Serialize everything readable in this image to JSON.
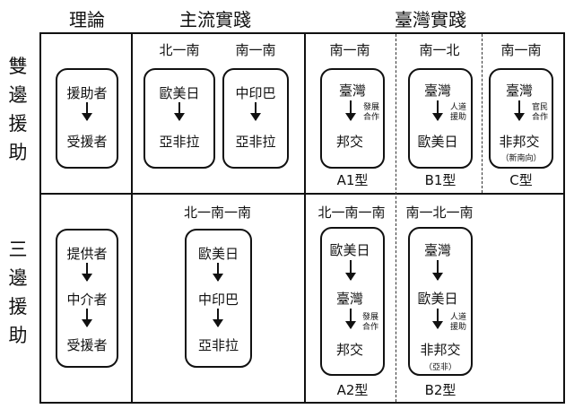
{
  "headers": {
    "theory": "理論",
    "mainstream": "主流實踐",
    "taiwan": "臺灣實踐"
  },
  "rows": {
    "bilateral": [
      "雙",
      "邊",
      "援",
      "助"
    ],
    "trilateral": [
      "三",
      "邊",
      "援",
      "助"
    ]
  },
  "theory": {
    "bilateral": [
      "援助者",
      "受援者"
    ],
    "trilateral": [
      "提供者",
      "中介者",
      "受援者"
    ]
  },
  "mainstream": {
    "north_south": {
      "label": "北一南",
      "nodes": [
        "歐美日",
        "亞非拉"
      ]
    },
    "south_south": {
      "label": "南一南",
      "nodes": [
        "中印巴",
        "亞非拉"
      ]
    },
    "north_south_south": {
      "label": "北一南一南",
      "nodes": [
        "歐美日",
        "中印巴",
        "亞非拉"
      ]
    }
  },
  "taiwan": {
    "A1": {
      "label": "南一南",
      "top": "臺灣",
      "note": [
        "發展",
        "合作"
      ],
      "bottom": "邦交",
      "type": "A1型"
    },
    "B1": {
      "label": "南一北",
      "top": "臺灣",
      "note": [
        "人道",
        "援助"
      ],
      "bottom": "歐美日",
      "type": "B1型"
    },
    "C": {
      "label": "南一南",
      "top": "臺灣",
      "note": [
        "官民",
        "合作"
      ],
      "bottom": "非邦交",
      "paren": "（新南向）",
      "type": "C型"
    },
    "A2": {
      "label": "北一南一南",
      "top": "歐美日",
      "mid": "臺灣",
      "note": [
        "發展",
        "合作"
      ],
      "bottom": "邦交",
      "type": "A2型"
    },
    "B2": {
      "label": "南一北一南",
      "top": "臺灣",
      "mid": "歐美日",
      "note": [
        "人道",
        "援助"
      ],
      "bottom": "非邦交",
      "paren": "（亞非）",
      "type": "B2型"
    }
  }
}
